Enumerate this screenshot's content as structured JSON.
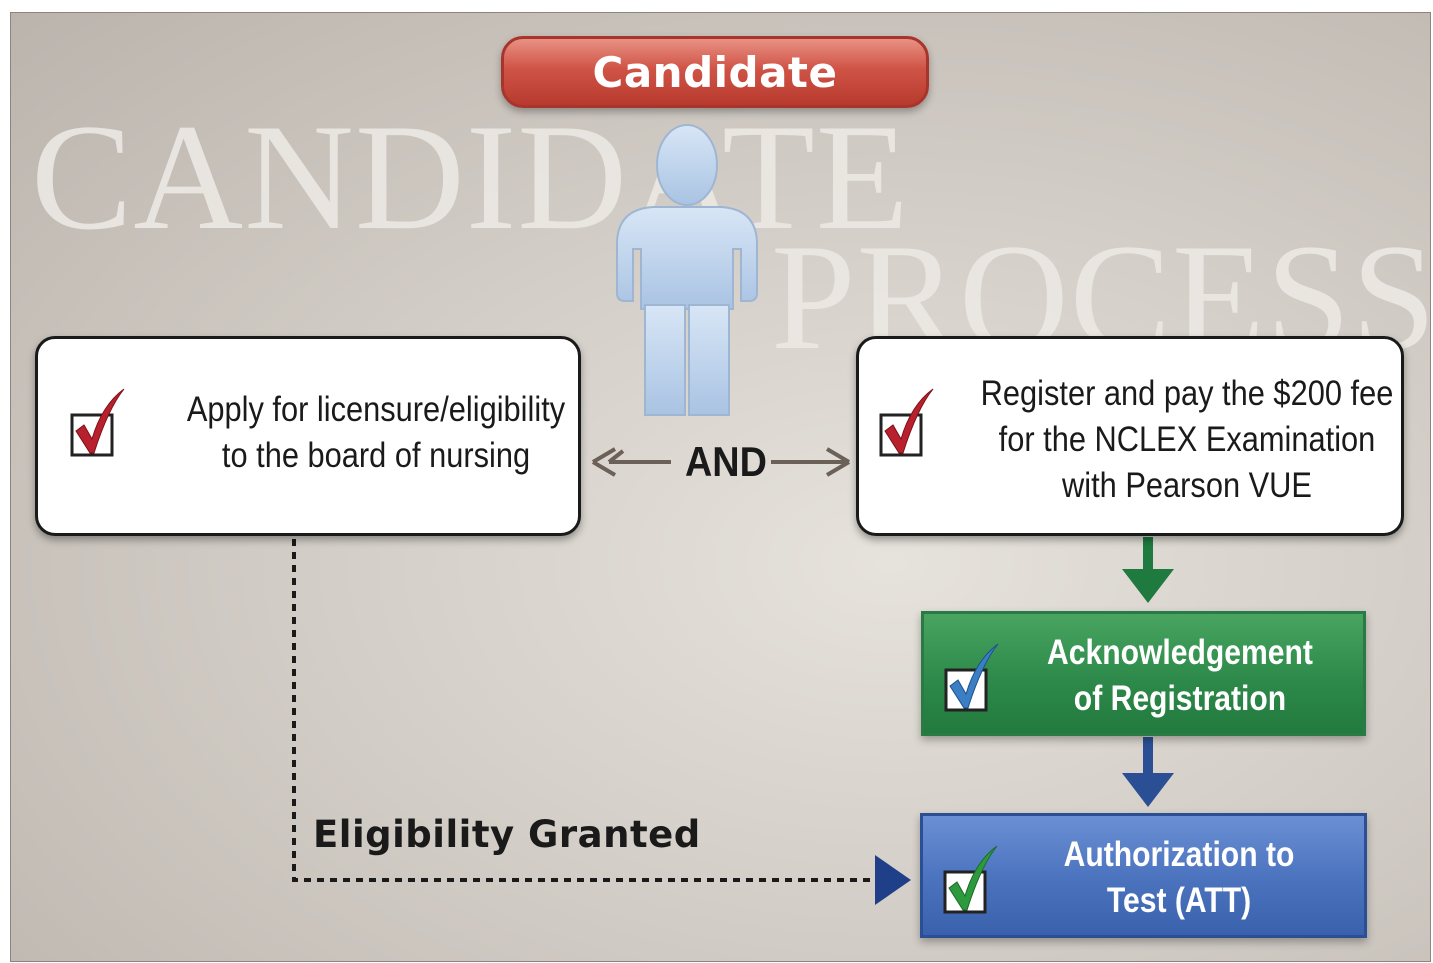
{
  "watermark": {
    "line1": "CANDIDATE",
    "line2": "PROCESS"
  },
  "header": {
    "label": "Candidate"
  },
  "connector": {
    "label": "AND"
  },
  "boxes": {
    "left": {
      "text": "Apply for licensure/eligibility to the board of nursing"
    },
    "right": {
      "text": "Register and pay the $200 fee for the NCLEX Examination with Pearson VUE"
    },
    "acknowledgement": {
      "text": "Acknowledgement of Registration"
    },
    "authorization": {
      "text": "Authorization to Test (ATT)"
    }
  },
  "eligibility": {
    "label": "Eligibility Granted"
  },
  "colors": {
    "header_red": "#c4473a",
    "check_red": "#b8202e",
    "check_blue": "#3a7ec4",
    "check_green": "#2e9a3e",
    "green_box": "#2d8a4a",
    "blue_box": "#4a72bd",
    "green_arrow": "#1e7a3e",
    "blue_arrow": "#2a4f95",
    "and_arrow": "#6b6158",
    "person": "#b8d0ea"
  },
  "icons": [
    "person-icon",
    "checkbox-check-icon"
  ]
}
